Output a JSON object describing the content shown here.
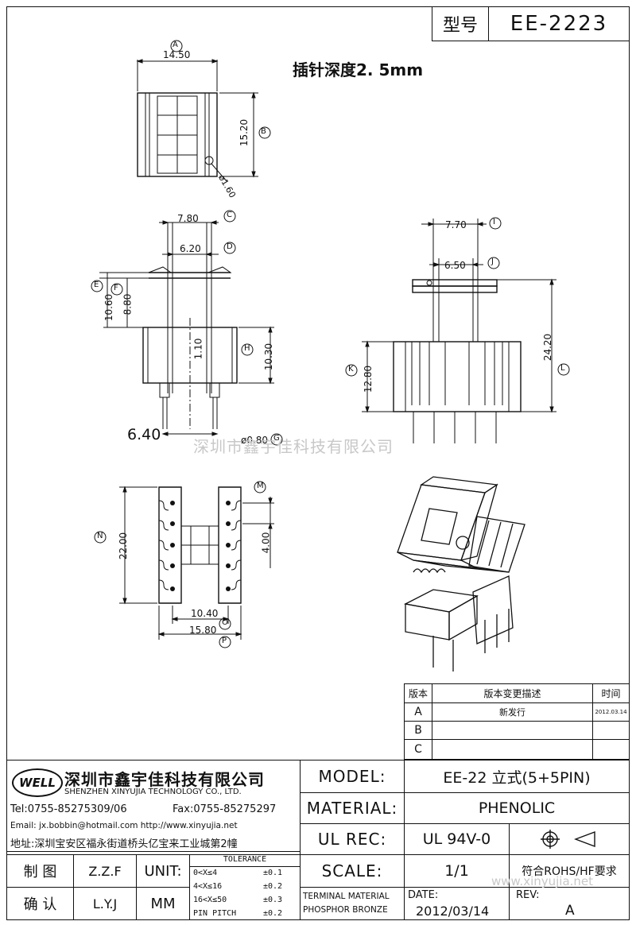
{
  "header": {
    "model_label": "型号",
    "model_value": "EE-2223"
  },
  "note": "插针深度2. 5mm",
  "watermark": "深圳市鑫宇佳科技有限公司",
  "watermark2": "www.xinyujia.net",
  "dims": {
    "A": "A",
    "a_val": "14.50",
    "B": "B",
    "b_val": "15.20",
    "pin_dia": "ø1.60",
    "C": "C",
    "c_val": "7.80",
    "D": "D",
    "d_val": "6.20",
    "E": "E",
    "e_val": "10.60",
    "F": "F",
    "f_val": "8.80",
    "G": "G",
    "g_val": "ø0.80",
    "H": "H",
    "h_val": "10.30",
    "center_val": "1.10",
    "pin_spacing": "6.40",
    "I": "I",
    "i_val": "7.70",
    "J": "J",
    "j_val": "6.50",
    "K": "K",
    "k_val": "12.80",
    "L": "L",
    "l_val": "24.20",
    "M": "M",
    "m_val": "4.00",
    "N": "N",
    "n_val": "22.00",
    "O": "O",
    "o_val": "10.40",
    "P": "P",
    "p_val": "15.80"
  },
  "revision": {
    "col_version": "版本",
    "col_desc": "版本变更描述",
    "col_time": "时间",
    "rows": [
      {
        "ver": "A",
        "desc": "新发行",
        "time": "2012.03.14"
      },
      {
        "ver": "B",
        "desc": "",
        "time": ""
      },
      {
        "ver": "C",
        "desc": "",
        "time": ""
      }
    ]
  },
  "company": {
    "logo": "WELL",
    "name_cn": "深圳市鑫宇佳科技有限公司",
    "name_en": "SHENZHEN XINYUJIA TECHNOLOGY CO., LTD.",
    "tel": "Tel:0755-85275309/06",
    "fax": "Fax:0755-85275297",
    "email": "Email: jx.bobbin@hotmail.com http://www.xinyujia.net",
    "address": "地址:深圳宝安区福永街道桥头亿宝来工业城第2幢"
  },
  "titleblock": {
    "model_label": "MODEL:",
    "model_value": "EE-22 立式(5+5PIN)",
    "material_label": "MATERIAL:",
    "material_value": "PHENOLIC",
    "ulrec_label": "UL REC:",
    "ulrec_value": "UL 94V-0",
    "scale_label": "SCALE:",
    "scale_value": "1/1",
    "rohs": "符合ROHS/HF要求",
    "terminal_label": "TERMINAL MATERIAL",
    "terminal_value": "PHOSPHOR BRONZE",
    "date_label": "DATE:",
    "date_value": "2012/03/14",
    "rev_label": "REV:",
    "rev_value": "A",
    "draw_label": "制 图",
    "draw_value": "Z.Z.F",
    "check_label": "确 认",
    "check_value": "L.Y.J",
    "unit_label": "UNIT:",
    "unit_value": "MM",
    "tolerance_title": "TOLERANCE",
    "tolerances": [
      {
        "range": "0<X≤4",
        "tol": "±0.1"
      },
      {
        "range": "4<X≤16",
        "tol": "±0.2"
      },
      {
        "range": "16<X≤50",
        "tol": "±0.3"
      },
      {
        "range": "PIN PITCH",
        "tol": "±0.2"
      }
    ]
  }
}
